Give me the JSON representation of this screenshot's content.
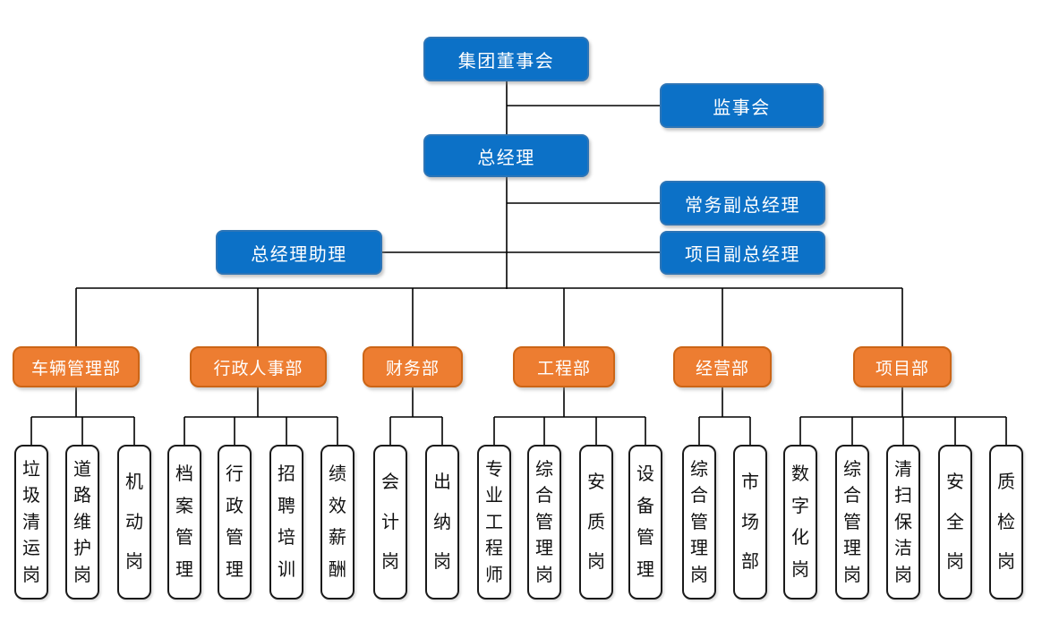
{
  "chart": {
    "type": "org-chart",
    "colors": {
      "executive_box_fill": "#0C71C7",
      "executive_box_border": "#2E75B6",
      "department_box_fill": "#ED7D31",
      "department_box_border": "#CC6516",
      "position_box_border": "#1A1A1A",
      "connector_line": "#000000"
    },
    "nodes": {
      "board": "集团董事会",
      "supervisory_board": "监事会",
      "general_manager": "总经理",
      "executive_deputy_gm": "常务副总经理",
      "project_deputy_gm": "项目副总经理",
      "gm_assistant": "总经理助理",
      "departments": [
        {
          "label": "车辆管理部",
          "positions": [
            "垃圾清运岗",
            "道路维护岗",
            "机动岗"
          ]
        },
        {
          "label": "行政人事部",
          "positions": [
            "档案管理",
            "行政管理",
            "招聘培训",
            "绩效薪酬"
          ]
        },
        {
          "label": "财务部",
          "positions": [
            "会计岗",
            "出纳岗"
          ]
        },
        {
          "label": "工程部",
          "positions": [
            "专业工程师",
            "综合管理岗",
            "安质岗",
            "设备管理"
          ]
        },
        {
          "label": "经营部",
          "positions": [
            "综合管理岗",
            "市场部"
          ]
        },
        {
          "label": "项目部",
          "positions": [
            "数字化岗",
            "综合管理岗",
            "清扫保洁岗",
            "安全岗",
            "质检岗"
          ]
        }
      ]
    }
  }
}
